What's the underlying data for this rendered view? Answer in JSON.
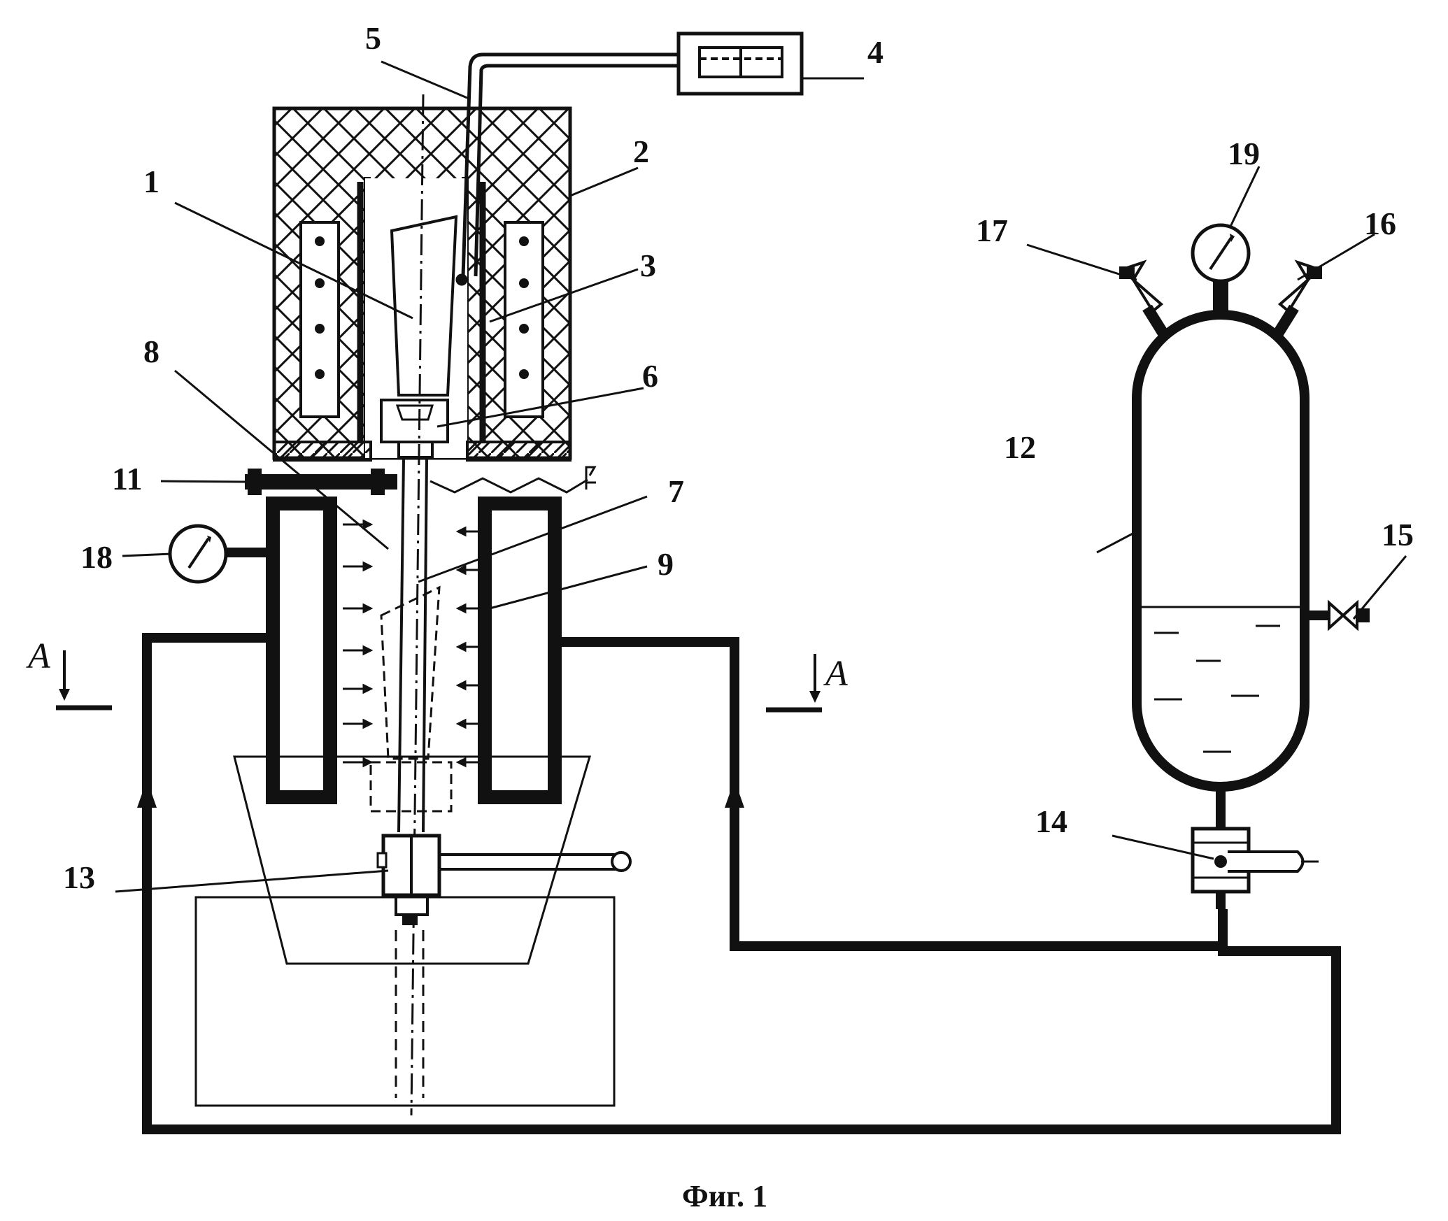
{
  "caption": "Фиг. 1",
  "section_marks": {
    "left": "A",
    "right": "A"
  },
  "labels": [
    {
      "id": "1",
      "text": "1"
    },
    {
      "id": "2",
      "text": "2"
    },
    {
      "id": "3",
      "text": "3"
    },
    {
      "id": "4",
      "text": "4"
    },
    {
      "id": "5",
      "text": "5"
    },
    {
      "id": "6",
      "text": "6"
    },
    {
      "id": "7",
      "text": "7"
    },
    {
      "id": "8",
      "text": "8"
    },
    {
      "id": "9",
      "text": "9"
    },
    {
      "id": "11",
      "text": "11"
    },
    {
      "id": "12",
      "text": "12"
    },
    {
      "id": "13",
      "text": "13"
    },
    {
      "id": "14",
      "text": "14"
    },
    {
      "id": "15",
      "text": "15"
    },
    {
      "id": "16",
      "text": "16"
    },
    {
      "id": "17",
      "text": "17"
    },
    {
      "id": "18",
      "text": "18"
    },
    {
      "id": "19",
      "text": "19"
    }
  ]
}
